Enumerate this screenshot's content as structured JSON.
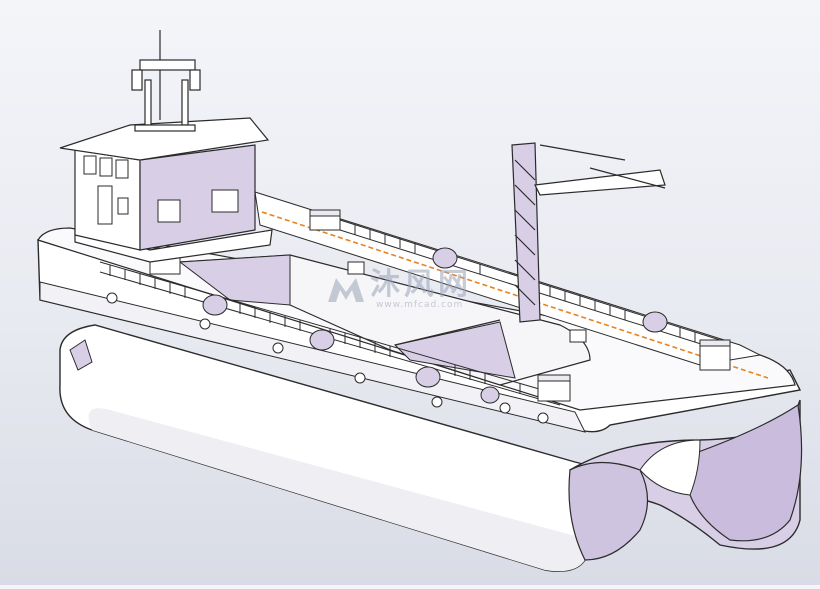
{
  "watermark": {
    "main_text": "沐风网",
    "url_text": "www.mfcad.com"
  },
  "colors": {
    "background_top": "#f4f5f9",
    "hull_white": "#ffffff",
    "line": "#2b2b2b",
    "purple_shade": "#d8cfe6",
    "pontoon_inner": "#cfc4df",
    "guide_line": "#e8821e",
    "watermark": "#9aa3b8"
  },
  "icons": [
    "ship-3d-model",
    "watermark-logo-icon"
  ]
}
